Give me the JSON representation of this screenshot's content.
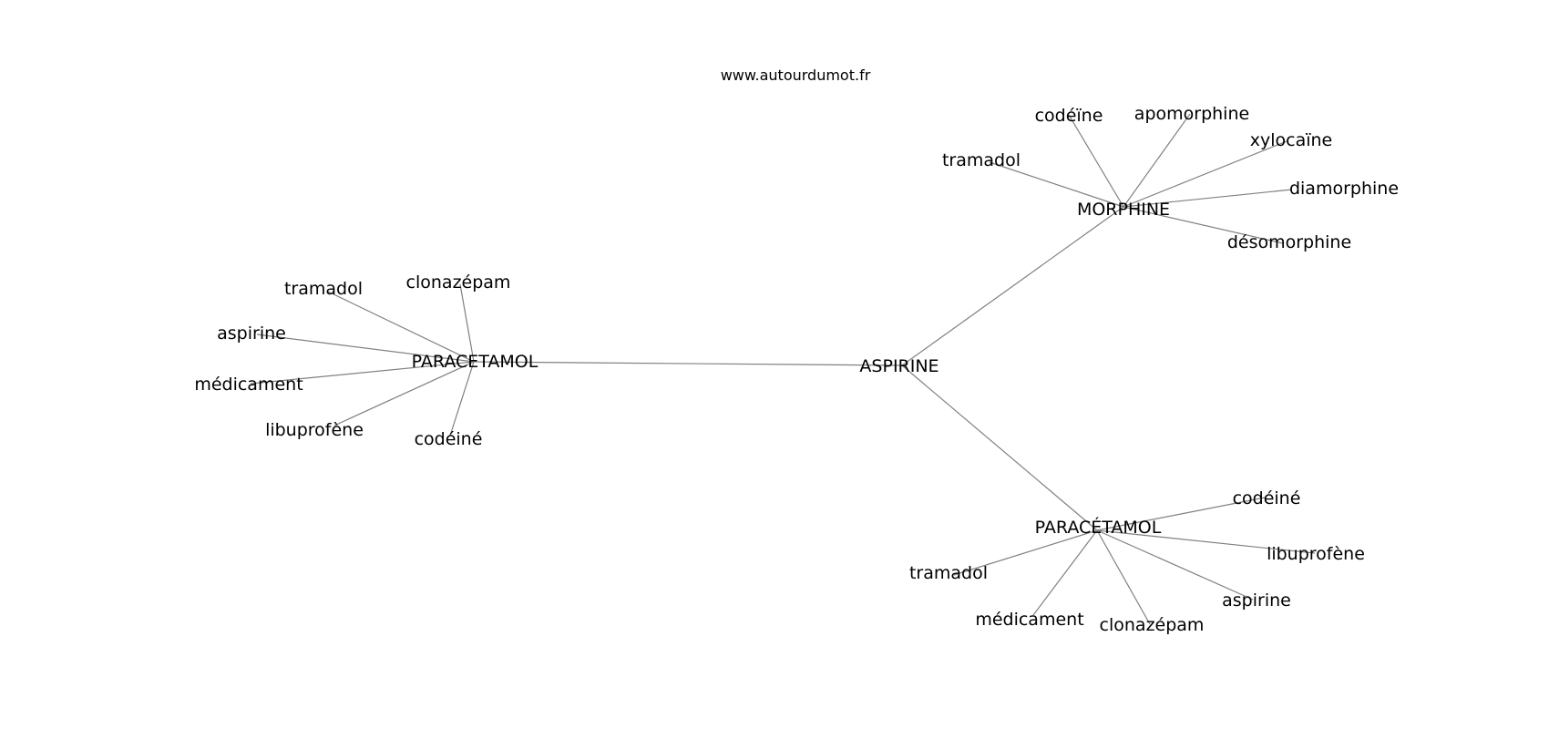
{
  "source": "www.autourdumot.fr",
  "nodes": [
    {
      "id": "aspirine_center",
      "label": "ASPIRINE"
    },
    {
      "id": "paracetamol_left",
      "label": "PARACETAMOL"
    },
    {
      "id": "morphine",
      "label": "MORPHINE"
    },
    {
      "id": "paracetamol_accent",
      "label": "PARACÉTAMOL"
    },
    {
      "id": "l_tramadol",
      "label": "tramadol"
    },
    {
      "id": "l_clonazepam",
      "label": "clonazépam"
    },
    {
      "id": "l_aspirine",
      "label": "aspirine"
    },
    {
      "id": "l_medicament",
      "label": "médicament"
    },
    {
      "id": "l_libuprofene",
      "label": "libuprofène"
    },
    {
      "id": "l_codeine",
      "label": "codéiné"
    },
    {
      "id": "m_tramadol",
      "label": "tramadol"
    },
    {
      "id": "m_codeine",
      "label": "codéïne"
    },
    {
      "id": "m_apomorphine",
      "label": "apomorphine"
    },
    {
      "id": "m_xylocaine",
      "label": "xylocaïne"
    },
    {
      "id": "m_diamorphine",
      "label": "diamorphine"
    },
    {
      "id": "m_desomorphine",
      "label": "désomorphine"
    },
    {
      "id": "p_codeine",
      "label": "codéiné"
    },
    {
      "id": "p_libuprofene",
      "label": "libuprofène"
    },
    {
      "id": "p_aspirine",
      "label": "aspirine"
    },
    {
      "id": "p_clonazepam",
      "label": "clonazépam"
    },
    {
      "id": "p_medicament",
      "label": "médicament"
    },
    {
      "id": "p_tramadol",
      "label": "tramadol"
    }
  ],
  "edges": [
    [
      "aspirine_center",
      "paracetamol_left"
    ],
    [
      "aspirine_center",
      "morphine"
    ],
    [
      "aspirine_center",
      "paracetamol_accent"
    ],
    [
      "paracetamol_left",
      "l_tramadol"
    ],
    [
      "paracetamol_left",
      "l_clonazepam"
    ],
    [
      "paracetamol_left",
      "l_aspirine"
    ],
    [
      "paracetamol_left",
      "l_medicament"
    ],
    [
      "paracetamol_left",
      "l_libuprofene"
    ],
    [
      "paracetamol_left",
      "l_codeine"
    ],
    [
      "morphine",
      "m_tramadol"
    ],
    [
      "morphine",
      "m_codeine"
    ],
    [
      "morphine",
      "m_apomorphine"
    ],
    [
      "morphine",
      "m_xylocaine"
    ],
    [
      "morphine",
      "m_diamorphine"
    ],
    [
      "morphine",
      "m_desomorphine"
    ],
    [
      "paracetamol_accent",
      "p_codeine"
    ],
    [
      "paracetamol_accent",
      "p_libuprofene"
    ],
    [
      "paracetamol_accent",
      "p_aspirine"
    ],
    [
      "paracetamol_accent",
      "p_clonazepam"
    ],
    [
      "paracetamol_accent",
      "p_medicament"
    ],
    [
      "paracetamol_accent",
      "p_tramadol"
    ]
  ]
}
